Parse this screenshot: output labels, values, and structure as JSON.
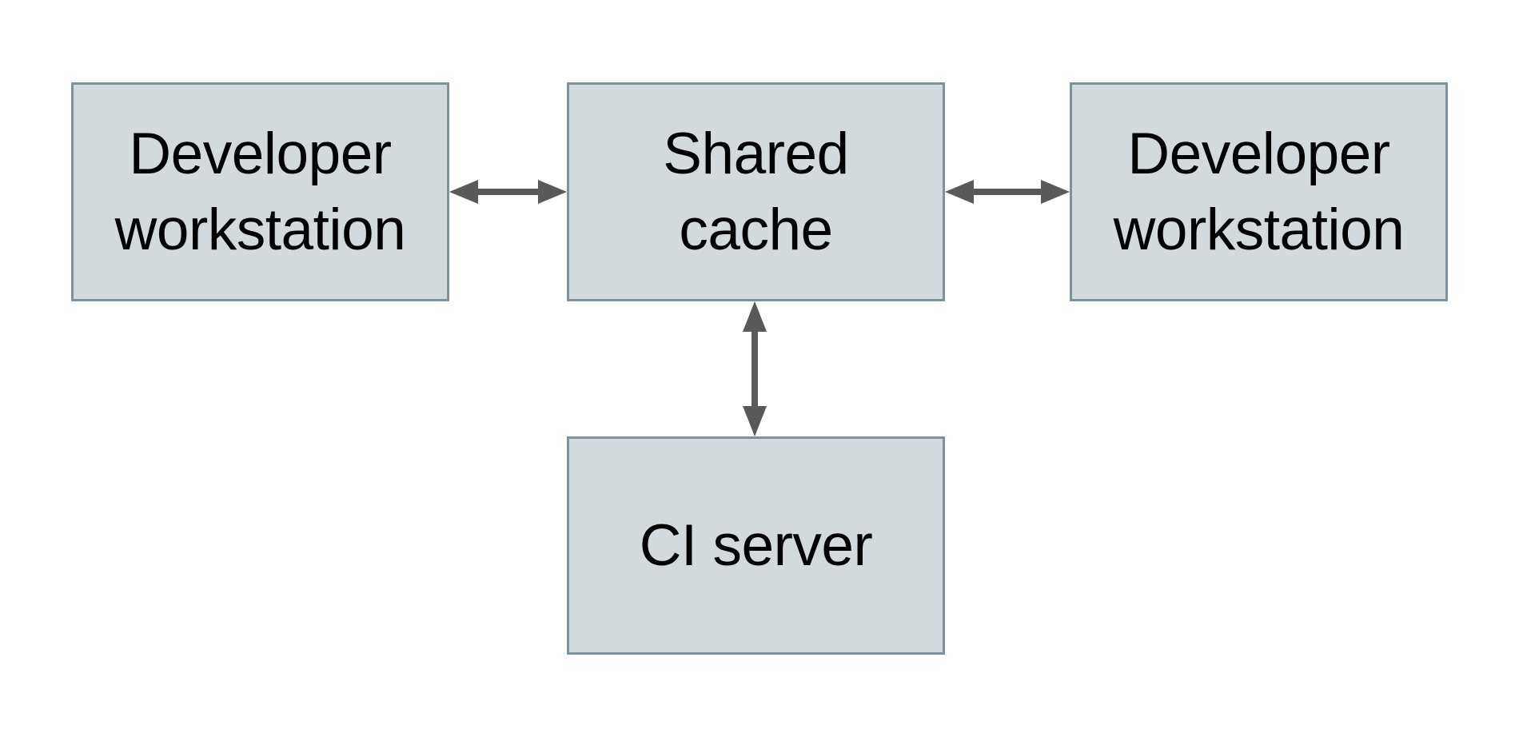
{
  "diagram": {
    "type": "architecture-diagram",
    "nodes": [
      {
        "id": "developer-workstation-left",
        "label": "Developer\nworkstation"
      },
      {
        "id": "shared-cache",
        "label": "Shared\ncache"
      },
      {
        "id": "developer-workstation-right",
        "label": "Developer\nworkstation"
      },
      {
        "id": "ci-server",
        "label": "CI server"
      }
    ],
    "edges": [
      {
        "from": "developer-workstation-left",
        "to": "shared-cache",
        "direction": "bidirectional",
        "orientation": "horizontal"
      },
      {
        "from": "shared-cache",
        "to": "developer-workstation-right",
        "direction": "bidirectional",
        "orientation": "horizontal"
      },
      {
        "from": "shared-cache",
        "to": "ci-server",
        "direction": "bidirectional",
        "orientation": "vertical"
      }
    ]
  },
  "colors": {
    "node-fill": "#d3dadd",
    "node-border": "#7d929d",
    "arrow": "#595959",
    "text": "#000000",
    "background": "#ffffff"
  }
}
